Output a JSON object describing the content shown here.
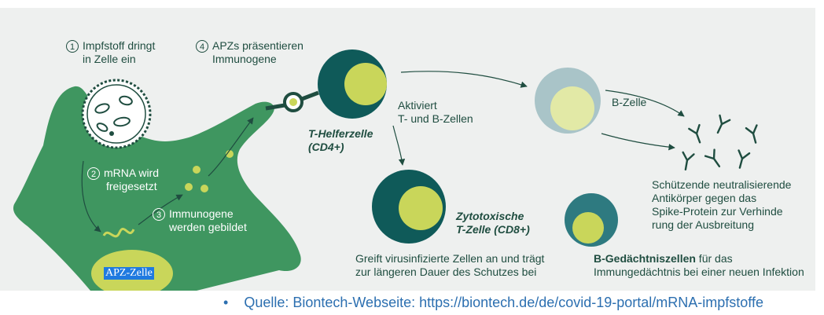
{
  "steps": {
    "step1": {
      "number": "1",
      "line1": "Impfstoff dringt",
      "line2": "in Zelle ein"
    },
    "step2": {
      "number": "2",
      "line1": "mRNA wird",
      "line2": "freigesetzt"
    },
    "step3": {
      "number": "3",
      "line1": "Immunogene",
      "line2": "werden gebildet"
    },
    "step4": {
      "number": "4",
      "line1": "APZs präsentieren",
      "line2": "Immunogene"
    }
  },
  "cells": {
    "t_helper": {
      "line1": "T-Helferzelle",
      "line2": "(CD4+)"
    },
    "activates": {
      "line1": "Aktiviert",
      "line2": "T- und B-Zellen"
    },
    "b_cell": "B-Zelle",
    "cytotoxic": {
      "line1": "Zytotoxische",
      "line2": "T-Zelle (CD8+)"
    },
    "cytotoxic_desc": {
      "line1": "Greift virusinfizierte Zellen an und trägt",
      "line2": "zur längeren Dauer des Schutzes bei"
    },
    "antibodies": {
      "line1": "Schützende neutralisierende",
      "line2": "Antikörper gegen das",
      "line3": "Spike-Protein zur Verhinde",
      "line4": "rung der Ausbreitung"
    },
    "memory_bold": "B-Gedächtniszellen",
    "memory_rest": " für das",
    "memory_line2": "Immungedächtnis bei einer neuen Infektion",
    "apz": "APZ-Zelle"
  },
  "source": {
    "bullet": "•",
    "text": "Quelle: Biontech-Webseite: https://biontech.de/de/covid-19-portal/mRNA-impfstoffe"
  },
  "colors": {
    "panel": "#eef0ef",
    "apc_green": "#3f9660",
    "dark_teal": "#0f5a59",
    "lime": "#c9d65a",
    "text": "#1f4d40",
    "b_cell_blue": "#a9c4c8",
    "link_blue": "#2c6fb0"
  }
}
